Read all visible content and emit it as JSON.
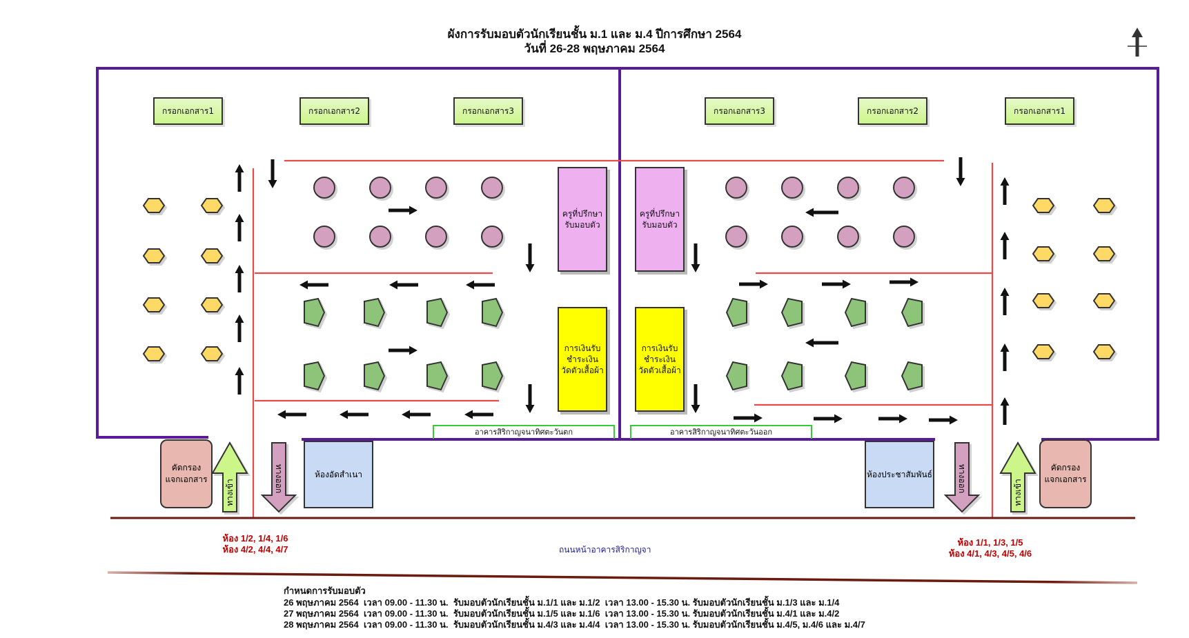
{
  "title": {
    "line1": "ผังการรับมอบตัวนักเรียนชั้น ม.1 และ ม.4 ปีการศึกษา 2564",
    "line2": "วันที่ 26-28 พฤษภาคม 2564"
  },
  "compass": {
    "label": "N",
    "icon": "north-arrow-icon"
  },
  "left_hall": {
    "form_stations": [
      "กรอกเอกสาร1",
      "กรอกเอกสาร2",
      "กรอกเอกสาร3"
    ],
    "teacher_box": "ครูที่ปรึกษา\nรับมอบตัว",
    "finance_box": "การเงินรับ\nชำระเงิน\nวัดตัวเสื้อผ้า",
    "building_label": "อาคารสิริกาญจนาทิศตะวันตก",
    "screening_box": "คัดกรอง\nแจกเอกสาร",
    "entrance_label": "ทางเข้า",
    "exit_label": "ทางออก",
    "room_box": "ห้องอัดสำเนา",
    "rooms_line1": "ห้อง 1/2, 1/4, 1/6",
    "rooms_line2": "ห้อง 4/2, 4/4, 4/7"
  },
  "right_hall": {
    "form_stations": [
      "กรอกเอกสาร3",
      "กรอกเอกสาร2",
      "กรอกเอกสาร1"
    ],
    "teacher_box": "ครูที่ปรึกษา\nรับมอบตัว",
    "finance_box": "การเงินรับ\nชำระเงิน\nวัดตัวเสื้อผ้า",
    "building_label": "อาคารสิริกาญจนาทิศตะวันออก",
    "screening_box": "คัดกรอง\nแจกเอกสาร",
    "entrance_label": "ทางเข้า",
    "exit_label": "ทางออก",
    "room_box": "ห้องประชาสัมพันธ์",
    "rooms_line1": "ห้อง 1/1, 1/3, 1/5",
    "rooms_line2": "ห้อง 4/1, 4/3, 4/5, 4/6"
  },
  "road_label": "ถนนหน้าอาคารสิริกาญจา",
  "schedule": {
    "heading": "กำหนดการรับมอบตัว",
    "rows": [
      "26 พฤษภาคม 2564  เวลา 09.00 - 11.30 น.  รับมอบตัวนักเรียนชั้น ม.1/1 และ ม.1/2  เวลา 13.00 - 15.30 น. รับมอบตัวนักเรียนชั้น ม.1/3 และ ม.1/4",
      "27 พฤษภาคม 2564  เวลา 09.00 - 11.30 น.  รับมอบตัวนักเรียนชั้น ม.1/5 และ ม.1/6  เวลา 13.00 - 15.30 น. รับมอบตัวนักเรียนชั้น ม.4/1 และ ม.4/2",
      "28 พฤษภาคม 2564  เวลา 09.00 - 11.30 น.  รับมอบตัวนักเรียนชั้น ม.4/3 และ ม.4/4  เวลา 13.00 - 15.30 น. รับมอบตัวนักเรียนชั้น ม.4/5, ม.4/6 และ ม.4/7"
    ]
  },
  "colors": {
    "hall_border": "#5b1a9a",
    "lane_line": "#e84a4a",
    "arrow": "#111111",
    "seat_circle": "#d4a0c0",
    "seat_pentagon": "#8ec47a",
    "seat_hexagon": "#ffd966",
    "road": "#6b1a10",
    "entrance_arrow": "#ccf58a",
    "exit_arrow": "#d4a0c0"
  }
}
